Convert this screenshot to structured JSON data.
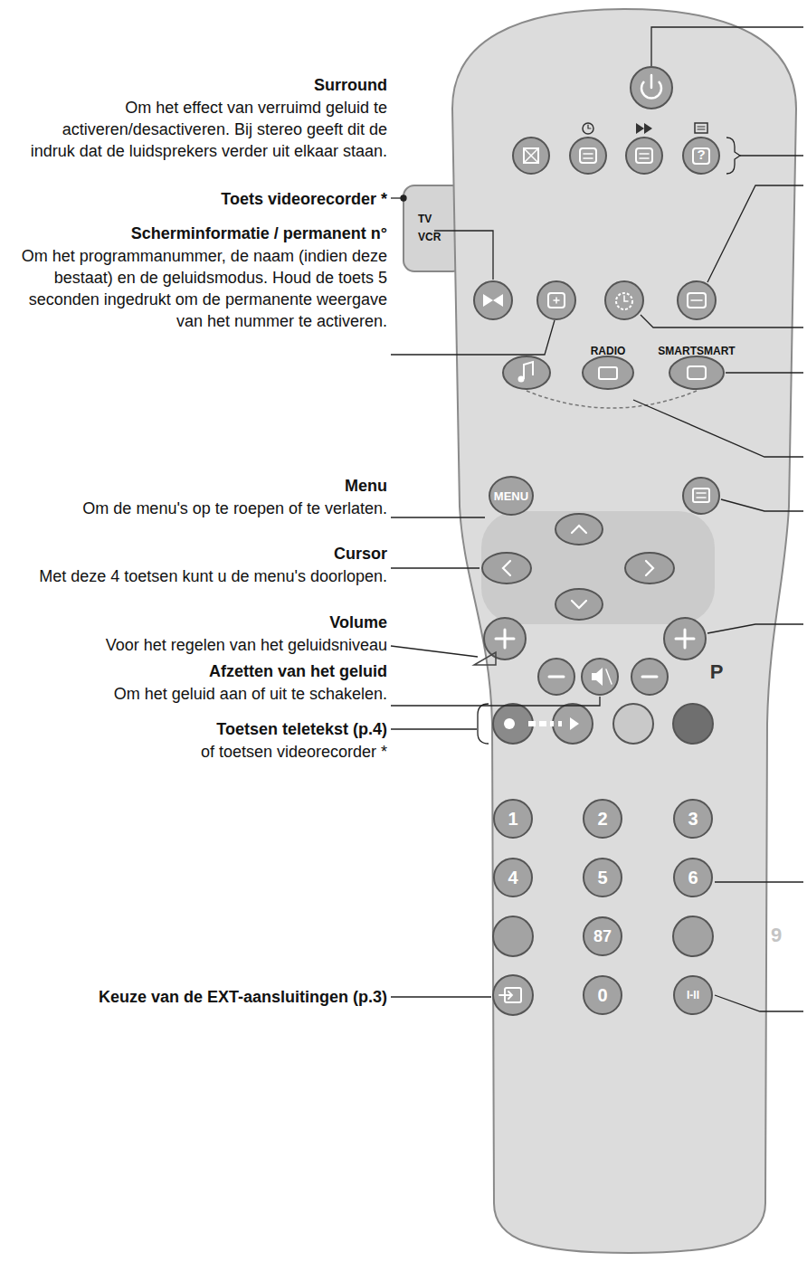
{
  "diagram": {
    "nodes": [
      {
        "text": [
          "MENU"
        ]
      },
      {
        "text": [
          "1"
        ]
      },
      {
        "text": [
          "2"
        ]
      },
      {
        "text": [
          "3"
        ]
      },
      {
        "text": [
          "4"
        ]
      },
      {
        "text": [
          "5"
        ]
      },
      {
        "text": [
          "6"
        ]
      },
      {
        "text": [
          "87"
        ]
      },
      {
        "text": [
          "0"
        ]
      },
      {
        "text": [
          "I-II"
        ]
      }
    ],
    "labels": [
      "Surround",
      "Om het effect van verruimd geluid te activeren/desactiveren. Bij stereo geeft dit de indruk dat de luidsprekers verder uit elkaar staan.",
      "Toets videorecorder *",
      "Scherminformatie / permanent n°",
      "Om het programmanummer, de naam (indien deze bestaat) en de geluidsmodus. Houd de toets 5 seconden ingedrukt om de permanente weergave van het nummer te activeren.",
      "Menu",
      "Om de menu's op te roepen of te verlaten.",
      "Cursor",
      "Met deze 4 toetsen kunt u de menu's doorlopen.",
      "Volume",
      "Voor het regelen van het geluidsniveau",
      "Afzetten van het geluid",
      "Om het geluid aan of uit te schakelen.",
      "Toetsen teletekst (p.4)",
      "of toetsen videorecorder *",
      "Keuze van de EXT-aansluitingen (p.3)",
      "TV",
      "VCR",
      "RADIO",
      "SMARTSMART",
      "P",
      "9",
      "?"
    ]
  }
}
